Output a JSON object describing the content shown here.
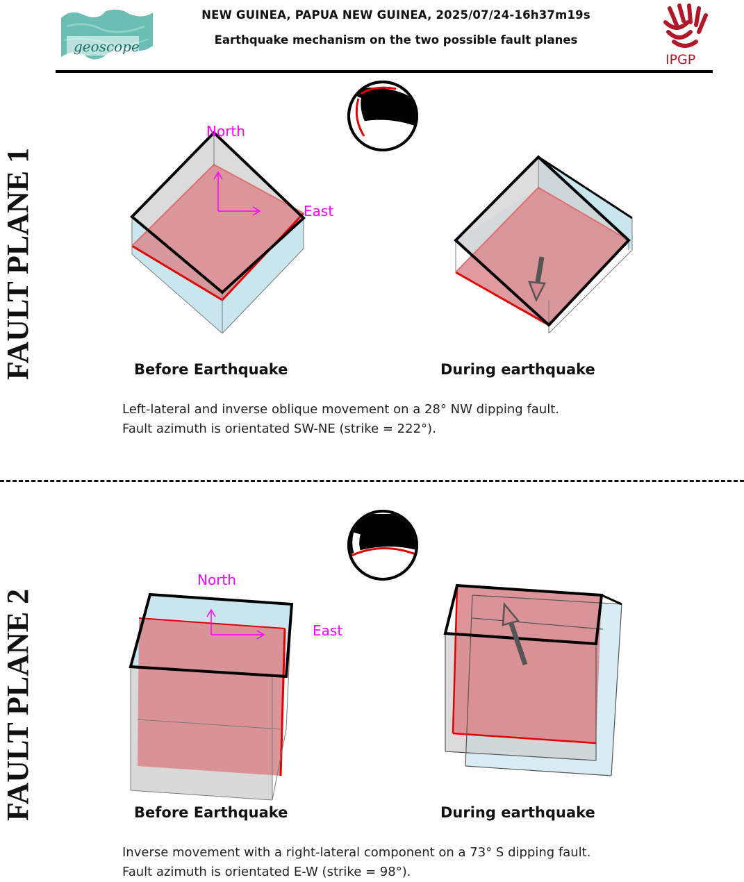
{
  "header": {
    "title": "NEW GUINEA, PAPUA NEW GUINEA, 2025/07/24-16h37m19s",
    "subtitle": "Earthquake mechanism on the two possible fault planes",
    "left_logo_text": "geoscope",
    "right_logo_text": "IPGP"
  },
  "planes": [
    {
      "side_label": "FAULT PLANE 1",
      "north_label": "North",
      "east_label": "East",
      "before_caption": "Before Earthquake",
      "during_caption": "During earthquake",
      "description_line1": "Left-lateral and inverse oblique movement on a 28° NW dipping fault.",
      "description_line2": "Fault azimuth is orientated SW-NE (strike = 222°)."
    },
    {
      "side_label": "FAULT PLANE 2",
      "north_label": "North",
      "east_label": "East",
      "before_caption": "Before Earthquake",
      "during_caption": "During earthquake",
      "description_line1": "Inverse movement with a right-lateral component on a 73° S dipping fault.",
      "description_line2": "Fault azimuth is orientated E-W (strike = 98°)."
    }
  ],
  "colors": {
    "fault_fill": "#d98a8f",
    "fault_line": "#e00000",
    "block_blue": "#c9e6ef",
    "block_gray": "#cfcfcf",
    "axis_magenta": "#ff00ff",
    "geoscope_teal": "#3aa89a",
    "ipgp_red": "#b0182a"
  },
  "icons": [
    "geoscope-logo-icon",
    "ipgp-logo-icon",
    "beachball-icon",
    "slip-arrow-icon"
  ]
}
